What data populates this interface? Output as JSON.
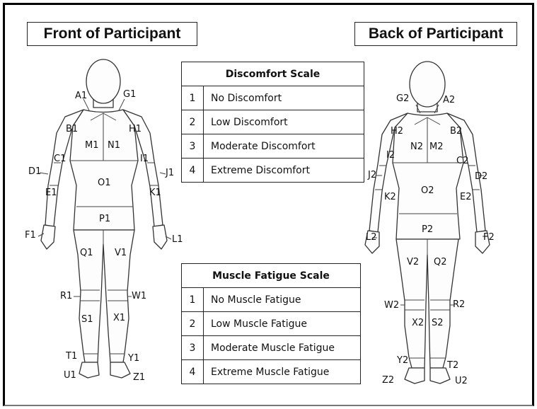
{
  "headings": {
    "front": "Front of Participant",
    "back": "Back of Participant"
  },
  "discomfort_scale": {
    "title": "Discomfort Scale",
    "rows": [
      {
        "num": "1",
        "label": "No Discomfort"
      },
      {
        "num": "2",
        "label": "Low Discomfort"
      },
      {
        "num": "3",
        "label": "Moderate Discomfort"
      },
      {
        "num": "4",
        "label": "Extreme Discomfort"
      }
    ]
  },
  "fatigue_scale": {
    "title": "Muscle Fatigue Scale",
    "rows": [
      {
        "num": "1",
        "label": "No Muscle Fatigue"
      },
      {
        "num": "2",
        "label": "Low Muscle Fatigue"
      },
      {
        "num": "3",
        "label": "Moderate Muscle Fatigue"
      },
      {
        "num": "4",
        "label": "Extreme Muscle Fatigue"
      }
    ]
  },
  "front_labels": {
    "A1": "A1",
    "G1": "G1",
    "B1": "B1",
    "H1": "H1",
    "M1": "M1",
    "N1": "N1",
    "C1": "C1",
    "I1": "I1",
    "D1": "D1",
    "J1": "J1",
    "E1": "E1",
    "K1": "K1",
    "O1": "O1",
    "P1": "P1",
    "F1": "F1",
    "L1": "L1",
    "Q1": "Q1",
    "V1": "V1",
    "R1": "R1",
    "W1": "W1",
    "S1": "S1",
    "X1": "X1",
    "T1": "T1",
    "Y1": "Y1",
    "U1": "U1",
    "Z1": "Z1"
  },
  "back_labels": {
    "G2": "G2",
    "A2": "A2",
    "H2": "H2",
    "B2": "B2",
    "I2": "I2",
    "N2": "N2",
    "M2": "M2",
    "C2": "C2",
    "J2": "J2",
    "D2": "D2",
    "K2": "K2",
    "O2": "O2",
    "E2": "E2",
    "L2": "L2",
    "P2": "P2",
    "F2": "F2",
    "V2": "V2",
    "Q2": "Q2",
    "W2": "W2",
    "R2": "R2",
    "X2": "X2",
    "S2": "S2",
    "Y2": "Y2",
    "T2": "T2",
    "Z2": "Z2",
    "U2": "U2"
  }
}
